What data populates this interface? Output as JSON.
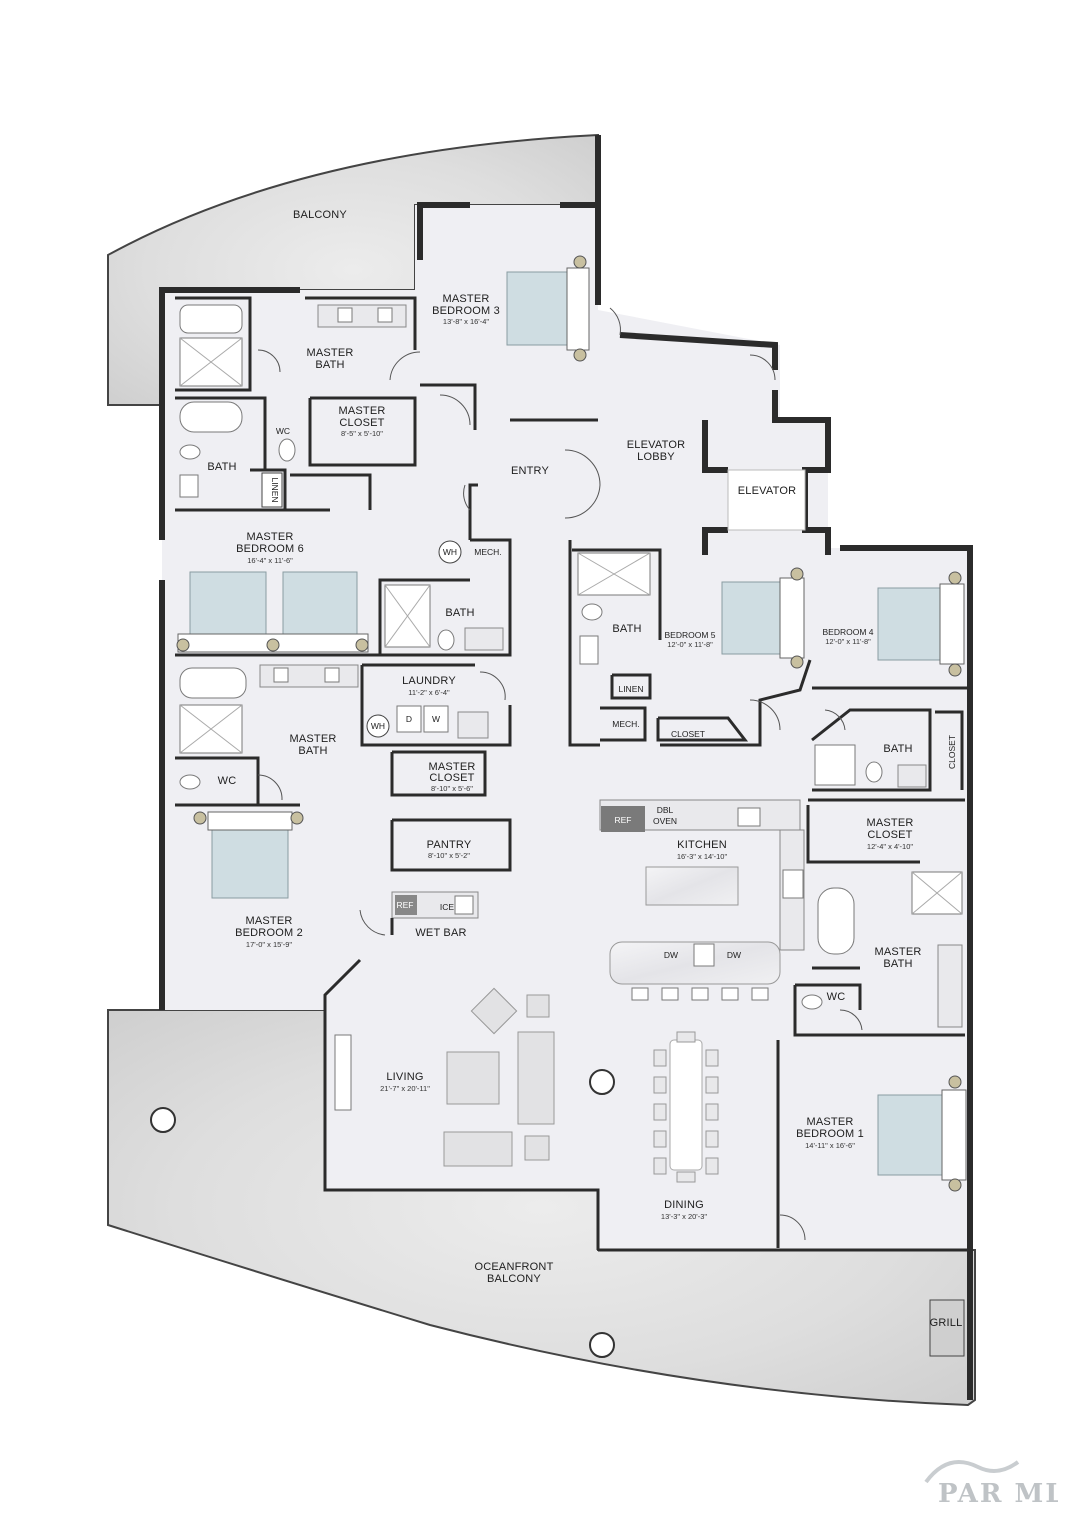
{
  "rooms": {
    "balcony_top": {
      "name": "BALCONY"
    },
    "master_bedroom_3": {
      "name_line1": "MASTER",
      "name_line2": "BEDROOM 3",
      "dim": "13'-8\" x 16'-4\""
    },
    "master_bath_top": {
      "name_line1": "MASTER",
      "name_line2": "BATH"
    },
    "master_closet_top": {
      "name_line1": "MASTER",
      "name_line2": "CLOSET",
      "dim": "8'-5\" x 5'-10\""
    },
    "wc_top": {
      "name": "WC"
    },
    "bath_left": {
      "name": "BATH"
    },
    "linen_left": {
      "name": "LINEN"
    },
    "entry": {
      "name": "ENTRY"
    },
    "elevator_lobby": {
      "name_line1": "ELEVATOR",
      "name_line2": "LOBBY"
    },
    "elevator": {
      "name": "ELEVATOR"
    },
    "master_bedroom_6": {
      "name_line1": "MASTER",
      "name_line2": "BEDROOM 6",
      "dim": "16'-4\" x 11'-6\""
    },
    "wh": {
      "name": "WH"
    },
    "mech_top": {
      "name": "MECH."
    },
    "bath_center": {
      "name": "BATH"
    },
    "bath_right": {
      "name": "BATH"
    },
    "bedroom_5": {
      "name": "BEDROOM 5",
      "dim": "12'-0\" x 11'-8\""
    },
    "bedroom_4": {
      "name": "BEDROOM 4",
      "dim": "12'-0\" x 11'-8\""
    },
    "linen_right": {
      "name": "LINEN"
    },
    "mech_right": {
      "name": "MECH."
    },
    "closet_right": {
      "name": "CLOSET"
    },
    "laundry": {
      "name": "LAUNDRY",
      "dim": "11'-2\" x 6'-4\"",
      "wh": "WH",
      "dryer": "D",
      "washer": "W"
    },
    "master_bath_mid": {
      "name_line1": "MASTER",
      "name_line2": "BATH"
    },
    "wc_mid": {
      "name": "WC"
    },
    "master_closet_mid": {
      "name_line1": "MASTER",
      "name_line2": "CLOSET",
      "dim": "8'-10\" x 5'-6\""
    },
    "bath_east": {
      "name": "BATH"
    },
    "closet_east": {
      "name": "CLOSET"
    },
    "pantry": {
      "name": "PANTRY",
      "dim": "8'-10\" x 5'-2\""
    },
    "wet_bar": {
      "name": "WET BAR",
      "ref": "REF",
      "ice": "ICE"
    },
    "kitchen": {
      "name": "KITCHEN",
      "dim": "16'-3\" x 14'-10\"",
      "ref": "REF",
      "oven_line1": "DBL",
      "oven_line2": "OVEN",
      "dw1": "DW",
      "dw2": "DW"
    },
    "master_bedroom_2": {
      "name_line1": "MASTER",
      "name_line2": "BEDROOM 2",
      "dim": "17'-0\" x 15'-9\""
    },
    "master_closet_east": {
      "name_line1": "MASTER",
      "name_line2": "CLOSET",
      "dim": "12'-4\" x 4'-10\""
    },
    "master_bath_east": {
      "name_line1": "MASTER",
      "name_line2": "BATH"
    },
    "wc_east": {
      "name": "WC"
    },
    "living": {
      "name": "LIVING",
      "dim": "21'-7\" x 20'-11\""
    },
    "dining": {
      "name": "DINING",
      "dim": "13'-3\" x 20'-3\""
    },
    "master_bedroom_1": {
      "name_line1": "MASTER",
      "name_line2": "BEDROOM 1",
      "dim": "14'-11\" x 16'-6\""
    },
    "oceanfront_balcony": {
      "name_line1": "OCEANFRONT",
      "name_line2": "BALCONY"
    },
    "grill": {
      "name": "GRILL"
    }
  },
  "watermark": {
    "text": "PAR MLS"
  },
  "colors": {
    "floor": "#efeff3",
    "wall": "#2b2b2b",
    "bed": "#cfdde2",
    "balcony": "#dcdcdc"
  }
}
